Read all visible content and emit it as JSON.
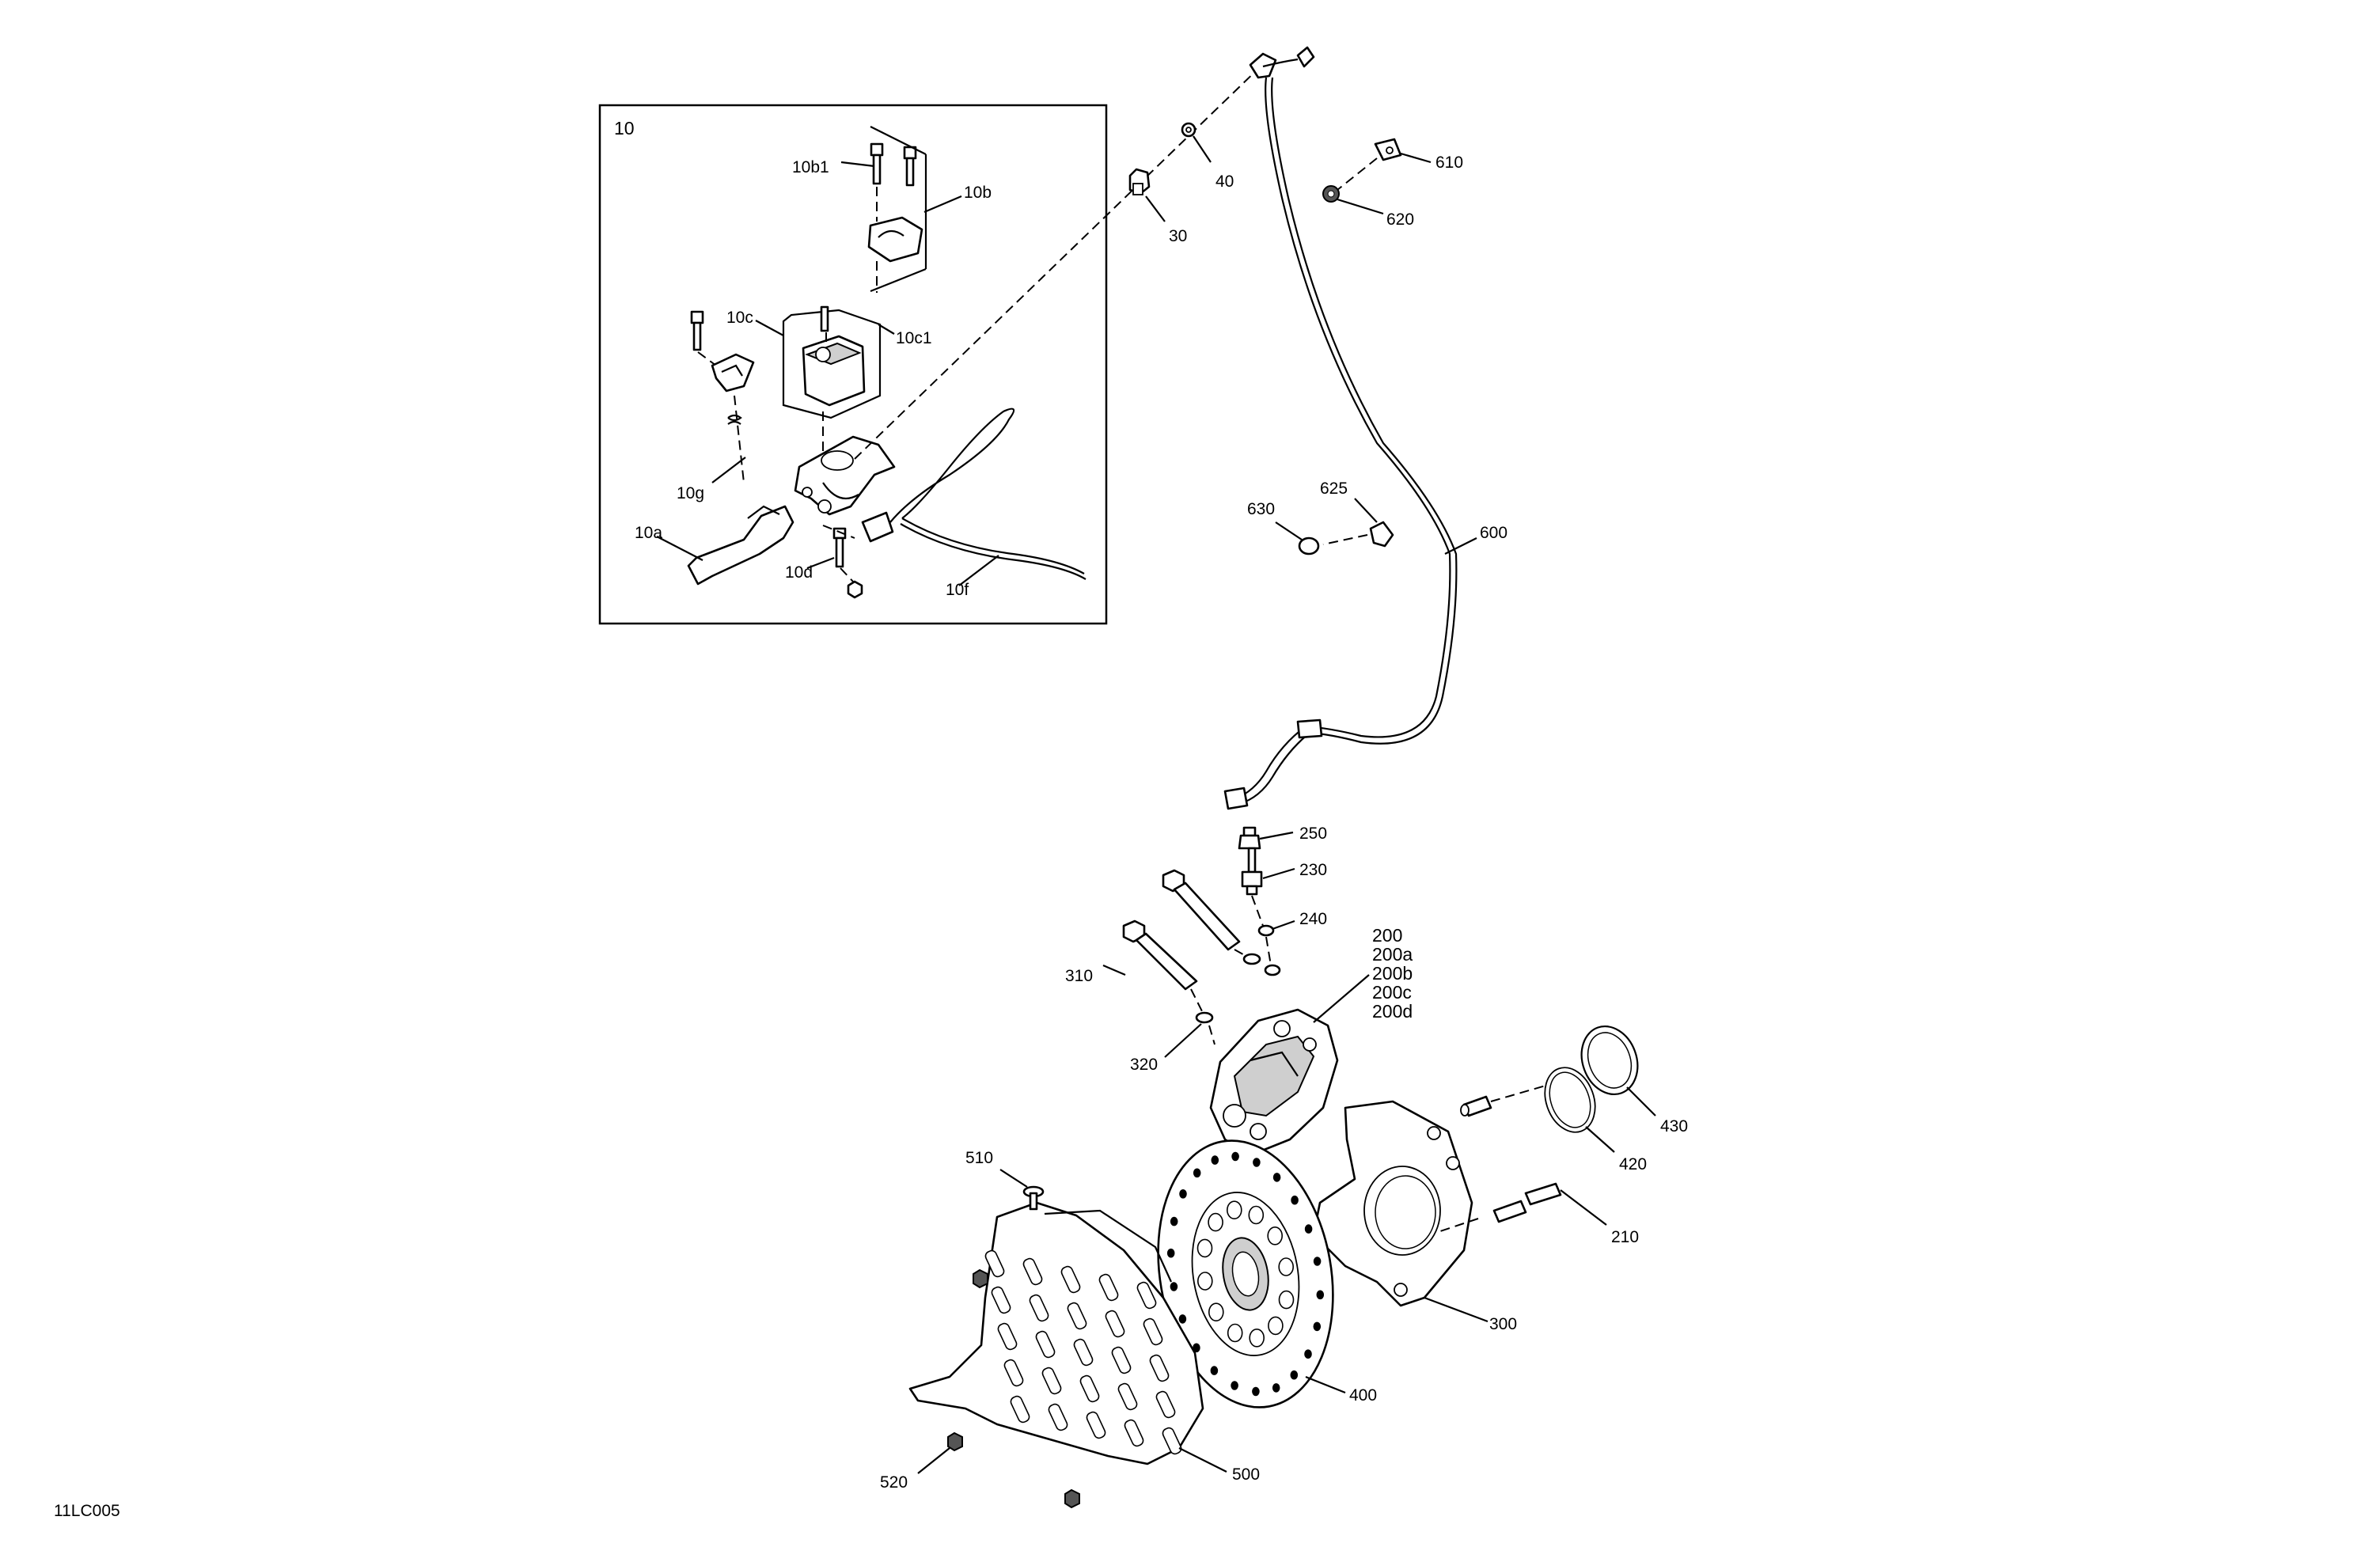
{
  "diagram_id": "11LC005",
  "inset": {
    "label": "10"
  },
  "callouts": {
    "c10a": "10a",
    "c10b": "10b",
    "c10b1": "10b1",
    "c10c": "10c",
    "c10c1": "10c1",
    "c10d": "10d",
    "c10f": "10f",
    "c10g": "10g",
    "c30": "30",
    "c40": "40",
    "c200": "200",
    "c200a": "200a",
    "c200b": "200b",
    "c200c": "200c",
    "c200d": "200d",
    "c210": "210",
    "c230": "230",
    "c240": "240",
    "c250": "250",
    "c300": "300",
    "c310": "310",
    "c320": "320",
    "c400": "400",
    "c420": "420",
    "c430": "430",
    "c500": "500",
    "c510": "510",
    "c520": "520",
    "c600": "600",
    "c610": "610",
    "c620": "620",
    "c625": "625",
    "c630": "630"
  }
}
